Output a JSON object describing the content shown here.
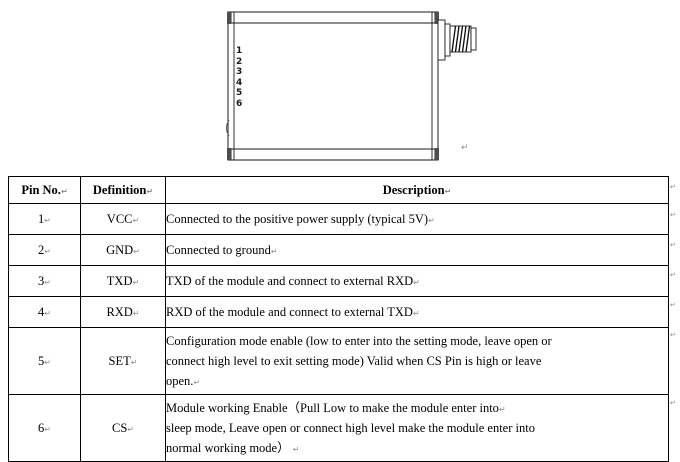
{
  "figure": {
    "name": "wireless-module-outline-drawing",
    "pin_numbers": [
      "1",
      "2",
      "3",
      "4",
      "5",
      "6"
    ],
    "antenna_connector": "sma-antenna-connector",
    "paragraph_mark": "↵"
  },
  "table": {
    "headers": {
      "pin_no": "Pin No.",
      "definition": "Definition",
      "description": "Description"
    },
    "rows": [
      {
        "pin": "1",
        "definition": "VCC",
        "description_lines": [
          "Connected to the positive power supply (typical 5V)"
        ],
        "trailing_mark_lines": [
          0
        ]
      },
      {
        "pin": "2",
        "definition": "GND",
        "description_lines": [
          "Connected to ground"
        ],
        "trailing_mark_lines": [
          0
        ]
      },
      {
        "pin": "3",
        "definition": "TXD",
        "description_lines": [
          "TXD of the module and connect to external RXD"
        ],
        "trailing_mark_lines": [
          0
        ]
      },
      {
        "pin": "4",
        "definition": "RXD",
        "description_lines": [
          "RXD of the module and connect to external TXD"
        ],
        "trailing_mark_lines": [
          0
        ]
      },
      {
        "pin": "5",
        "definition": "SET",
        "description_lines": [
          "Configuration mode enable (low to enter into the setting mode, leave open or",
          "connect high level to exit setting mode) Valid when CS Pin is high or leave",
          "open."
        ],
        "trailing_mark_lines": [
          2
        ]
      },
      {
        "pin": "6",
        "definition": "CS",
        "description_lines": [
          "Module working Enable（Pull Low to make the module enter into",
          "sleep mode, Leave open or connect high level make the module enter into",
          "  normal working mode） "
        ],
        "trailing_mark_lines": [
          0,
          2
        ]
      }
    ],
    "cr_mark": "↵",
    "margin_marks": [
      "↵",
      "↵",
      "↵",
      "↵",
      "↵",
      "↵",
      "↵"
    ]
  },
  "colors": {
    "text": "#000000",
    "border": "#000000",
    "mark": "#8c8c8c",
    "background": "#ffffff"
  }
}
